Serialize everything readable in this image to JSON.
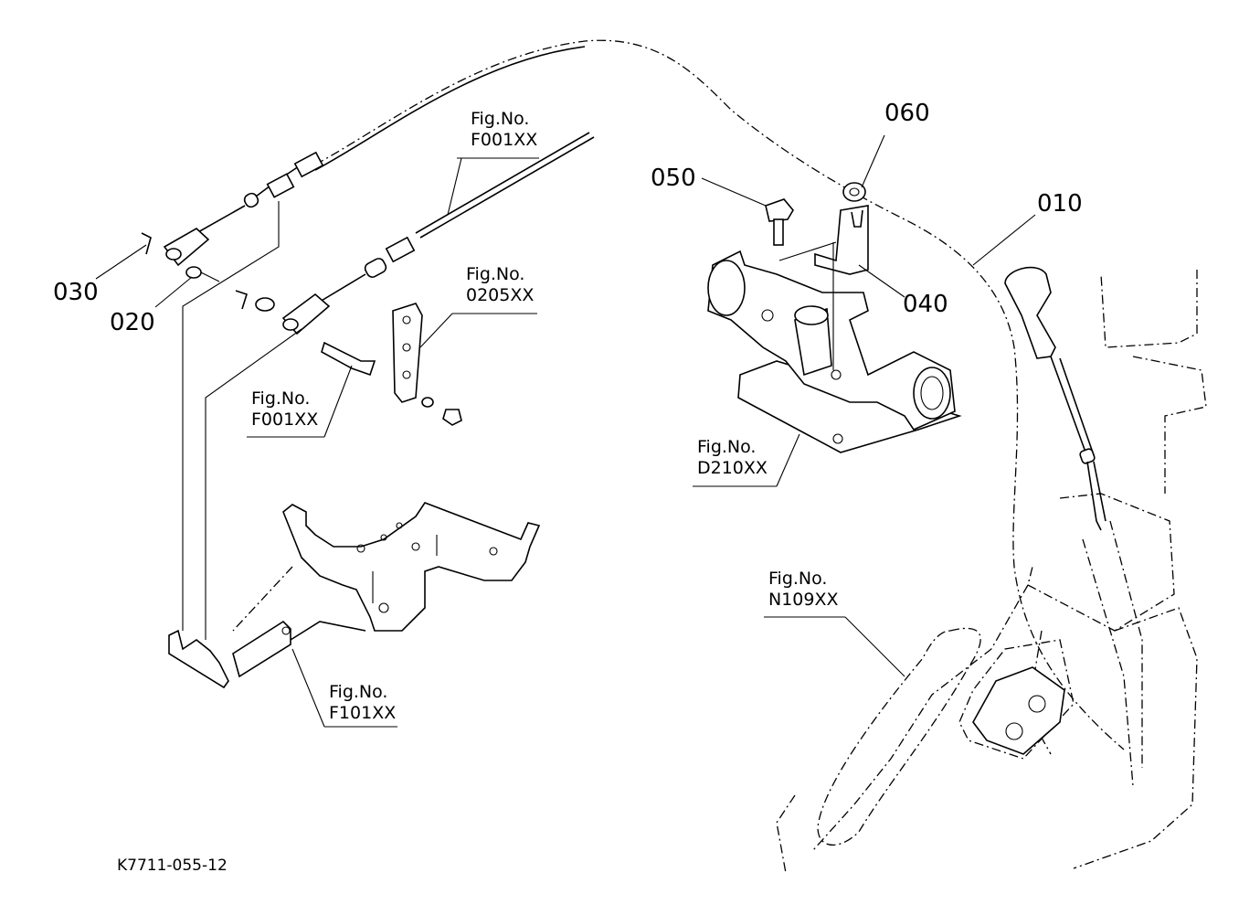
{
  "callouts": [
    {
      "id": "010",
      "label": "010"
    },
    {
      "id": "020",
      "label": "020"
    },
    {
      "id": "030",
      "label": "030"
    },
    {
      "id": "040",
      "label": "040"
    },
    {
      "id": "050",
      "label": "050"
    },
    {
      "id": "060",
      "label": "060"
    }
  ],
  "fig_refs": [
    {
      "line1": "Fig.No.",
      "line2": "F001XX"
    },
    {
      "line1": "Fig.No.",
      "line2": "0205XX"
    },
    {
      "line1": "Fig.No.",
      "line2": "F001XX"
    },
    {
      "line1": "Fig.No.",
      "line2": "D210XX"
    },
    {
      "line1": "Fig.No.",
      "line2": "N109XX"
    },
    {
      "line1": "Fig.No.",
      "line2": "F101XX"
    }
  ],
  "document_id": "K7711-055-12"
}
